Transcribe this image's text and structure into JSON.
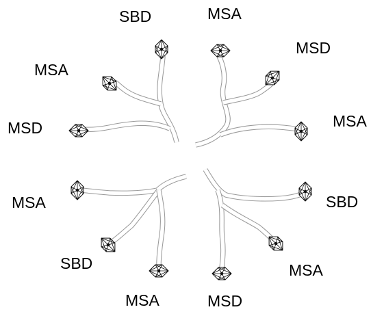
{
  "diagram": {
    "dendrons": [
      {
        "arms": [
          {
            "label": "SBD"
          },
          {
            "label": "MSA"
          },
          {
            "label": "MSD"
          }
        ]
      },
      {
        "arms": [
          {
            "label": "MSA"
          },
          {
            "label": "MSD"
          },
          {
            "label": "MSA"
          }
        ]
      },
      {
        "arms": [
          {
            "label": "MSA"
          },
          {
            "label": "SBD"
          },
          {
            "label": "MSA"
          }
        ]
      },
      {
        "arms": [
          {
            "label": "SBD"
          },
          {
            "label": "MSA"
          },
          {
            "label": "MSD"
          }
        ]
      }
    ]
  }
}
